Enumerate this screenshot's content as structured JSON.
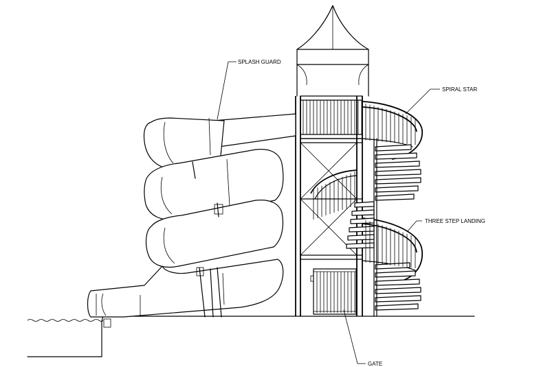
{
  "labels": {
    "splash_guard": "SPLASH GUARD",
    "spiral_stair": "SPIRAL STAR",
    "three_step_landing": "THREE STEP LANDING",
    "gate": "GATE"
  }
}
